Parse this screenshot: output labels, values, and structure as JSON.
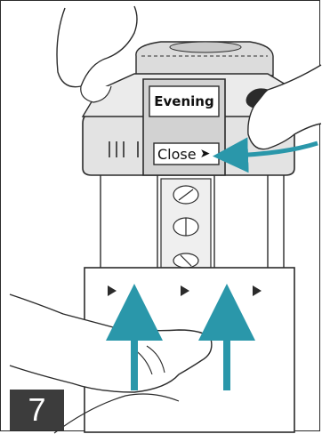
{
  "labels": {
    "evening": "Evening",
    "close": "Close",
    "close_arrow": "➤"
  },
  "step_number": "7",
  "colors": {
    "accent_arrow": "#2a97aa",
    "step_badge": "#3c3c3c",
    "line": "#2b2b2b",
    "device_fill": "#e3e3e3"
  },
  "icons": {
    "flow_arrows": "chevron-right-icon",
    "push_arrows": "arrow-up-icon",
    "slide_arrow": "curved-arrow-left-icon"
  }
}
